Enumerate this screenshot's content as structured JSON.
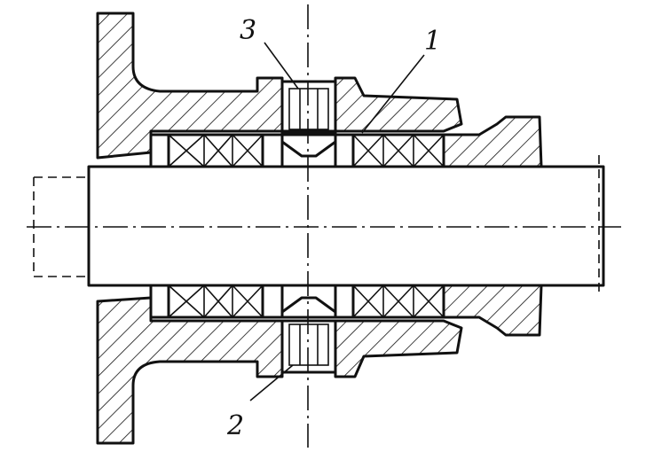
{
  "diagram": {
    "callouts": [
      {
        "id": "1",
        "label": "1"
      },
      {
        "id": "2",
        "label": "2"
      },
      {
        "id": "3",
        "label": "3"
      }
    ]
  },
  "colors": {
    "ink": "#111111",
    "background": "#ffffff"
  }
}
